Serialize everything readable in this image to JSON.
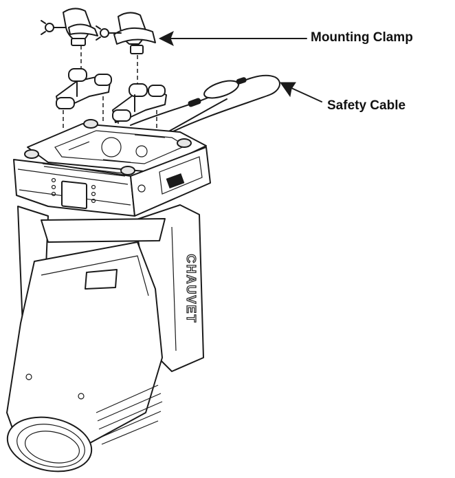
{
  "callouts": {
    "mounting_clamp": "Mounting Clamp",
    "safety_cable": "Safety Cable"
  },
  "fixture_logo": "CHAUVET",
  "colors": {
    "line": "#1a1a1a",
    "fill_light": "#e6e6e6",
    "background": "#ffffff"
  }
}
